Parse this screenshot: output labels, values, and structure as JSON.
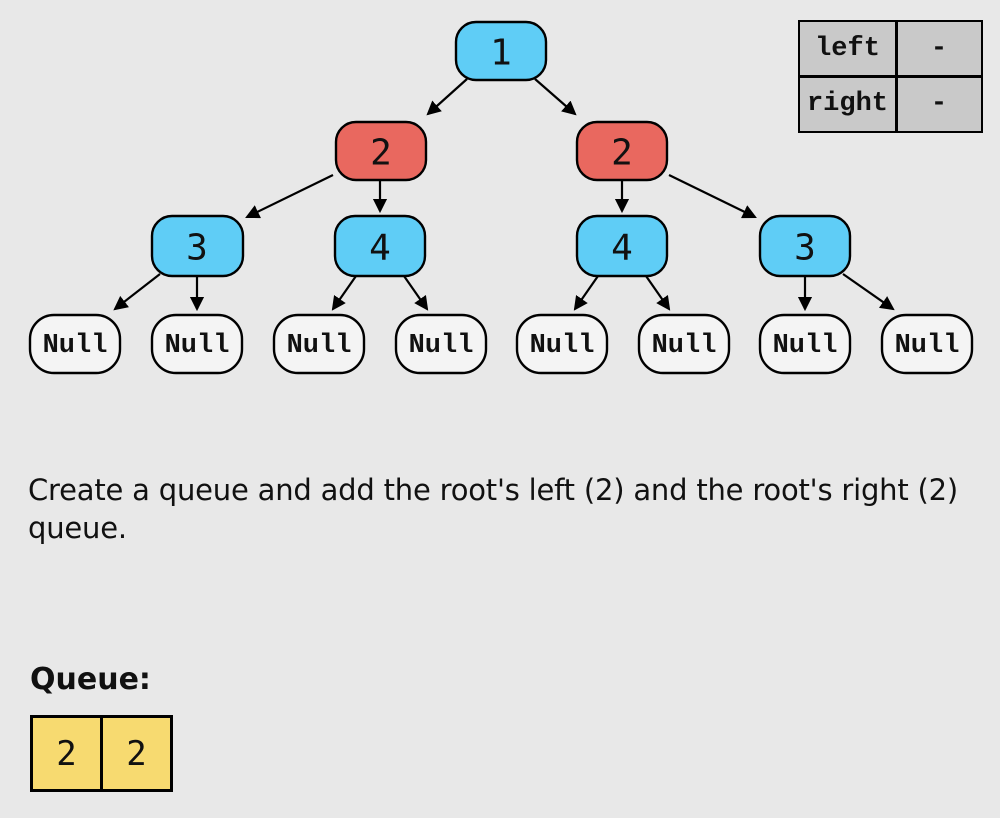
{
  "colors": {
    "page_bg": "#e8e8e8",
    "node_blue": "#5fcdf6",
    "node_red": "#e9685f",
    "node_null": "#f4f4f4",
    "edge": "#000000",
    "table_cell": "#c9c9c9",
    "queue_cell": "#f7da70"
  },
  "tree": {
    "description": "binary tree being checked for symmetry",
    "nodes": [
      {
        "id": "root",
        "label": "1",
        "color": "blue"
      },
      {
        "id": "left-child",
        "label": "2",
        "color": "red"
      },
      {
        "id": "right-child",
        "label": "2",
        "color": "red"
      },
      {
        "id": "left-left",
        "label": "3",
        "color": "blue"
      },
      {
        "id": "left-right",
        "label": "4",
        "color": "blue"
      },
      {
        "id": "right-left",
        "label": "4",
        "color": "blue"
      },
      {
        "id": "right-right",
        "label": "3",
        "color": "blue"
      },
      {
        "id": "null-1",
        "label": "Null",
        "color": "null"
      },
      {
        "id": "null-2",
        "label": "Null",
        "color": "null"
      },
      {
        "id": "null-3",
        "label": "Null",
        "color": "null"
      },
      {
        "id": "null-4",
        "label": "Null",
        "color": "null"
      },
      {
        "id": "null-5",
        "label": "Null",
        "color": "null"
      },
      {
        "id": "null-6",
        "label": "Null",
        "color": "null"
      },
      {
        "id": "null-7",
        "label": "Null",
        "color": "null"
      },
      {
        "id": "null-8",
        "label": "Null",
        "color": "null"
      }
    ]
  },
  "state_table": {
    "rows": [
      {
        "key": "left",
        "value": "-"
      },
      {
        "key": "right",
        "value": "-"
      }
    ]
  },
  "caption": {
    "line1": "Create a queue and add the root's left (2) and the root's right (2)",
    "line2": "queue."
  },
  "queue": {
    "label": "Queue:",
    "items": [
      "2",
      "2"
    ]
  }
}
